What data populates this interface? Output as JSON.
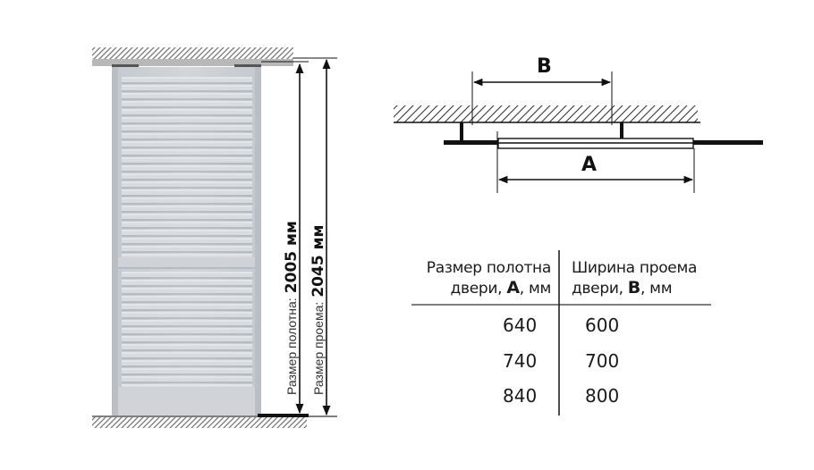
{
  "elevation": {
    "canvas_height": {
      "label": "Размер полотна:",
      "value": "2005 мм"
    },
    "opening_height": {
      "label": "Размер проема:",
      "value": "2045 мм"
    }
  },
  "plan": {
    "dimension_a": "A",
    "dimension_b": "B"
  },
  "table": {
    "columns": [
      {
        "line1": "Размер полотна",
        "line2_prefix": "двери, ",
        "line2_bold": "A",
        "line2_suffix": ", мм"
      },
      {
        "line1": "Ширина проема",
        "line2_prefix": "двери, ",
        "line2_bold": "B",
        "line2_suffix": ", мм"
      }
    ],
    "rows": [
      {
        "a": "640",
        "b": "600"
      },
      {
        "a": "740",
        "b": "700"
      },
      {
        "a": "840",
        "b": "800"
      }
    ]
  },
  "colors": {
    "door_fill": "#c9ced4",
    "door_slat": "#e4e7ea",
    "door_shadow": "#aeb4ba",
    "line": "#111111",
    "hatch": "#555555"
  }
}
